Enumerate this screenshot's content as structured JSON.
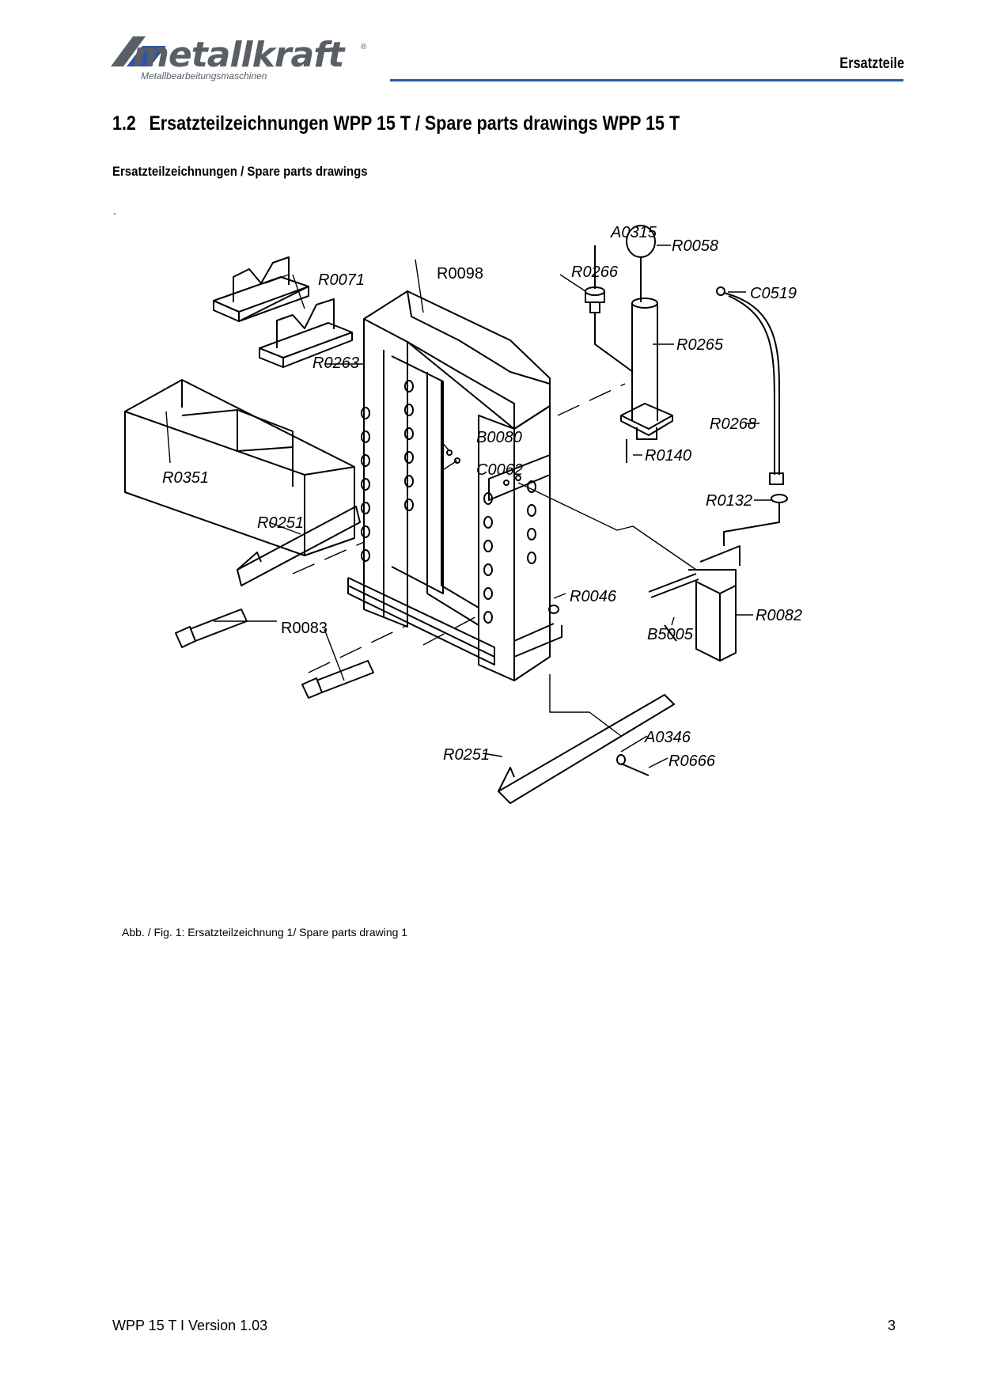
{
  "header": {
    "brand": "metallkraft",
    "brand_tagline": "Metallbearbeitungsmaschinen",
    "brand_registered": "®",
    "section": "Ersatzteile"
  },
  "heading": {
    "number": "1.2",
    "title": "Ersatzteilzeichnungen WPP 15 T / Spare parts drawings WPP 15 T"
  },
  "subheading": "Ersatzteilzeichnungen / Spare parts drawings",
  "stray_mark": ".",
  "drawing": {
    "labels": {
      "A0315": "A0315",
      "R0058": "R0058",
      "R0098": "R0098",
      "R0071": "R0071",
      "R0266": "R0266",
      "C0519": "C0519",
      "R0265": "R0265",
      "R0263": "R0263",
      "R0268": "R0268",
      "B0080": "B0080",
      "C0062": "C0062",
      "R0140": "R0140",
      "R0351": "R0351",
      "R0132": "R0132",
      "R0251_top": "R0251",
      "R0046": "R0046",
      "R0082": "R0082",
      "B5005": "B5005",
      "R0083": "R0083",
      "A0346": "A0346",
      "R0251_bottom": "R0251",
      "R0666": "R0666"
    }
  },
  "caption": "Abb. / Fig. 1: Ersatzteilzeichnung 1/ Spare parts drawing 1",
  "footer": {
    "document": "WPP 15 T I Version 1.03",
    "page": "3"
  }
}
